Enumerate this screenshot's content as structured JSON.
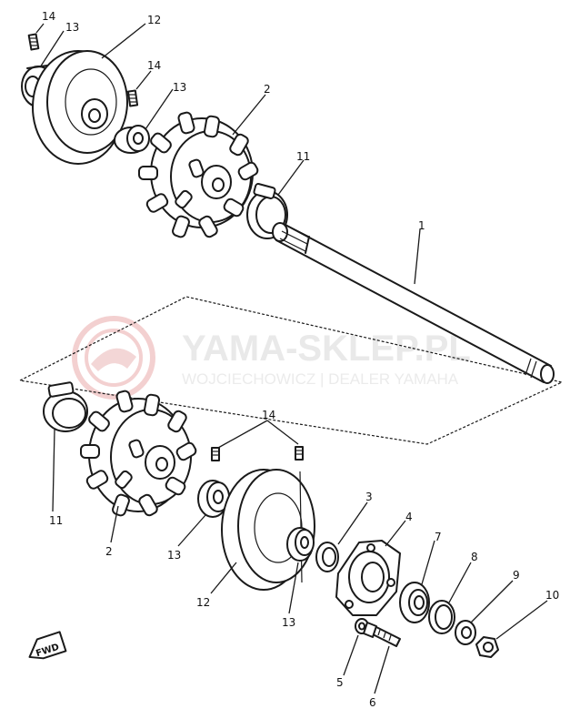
{
  "watermark": {
    "title": "YAMA-SKLEP.PL",
    "subtitle": "WOJCIECHOWICZ | DEALER YAMAHA",
    "logo_color": "#f2c9c9"
  },
  "fwd_label": "FWD",
  "callouts": {
    "c1": "1",
    "c2_top": "2",
    "c2_bottom": "2",
    "c3": "3",
    "c4": "4",
    "c5": "5",
    "c6": "6",
    "c7": "7",
    "c8": "8",
    "c9": "9",
    "c10": "10",
    "c11_top": "11",
    "c11_bottom": "11",
    "c12_top": "12",
    "c12_bottom": "12",
    "c13_top_left": "13",
    "c13_top_mid": "13",
    "c13_bottom_left": "13",
    "c13_bottom_mid": "13",
    "c14_top_left": "14",
    "c14_top_mid": "14",
    "c14_bottom": "14"
  }
}
